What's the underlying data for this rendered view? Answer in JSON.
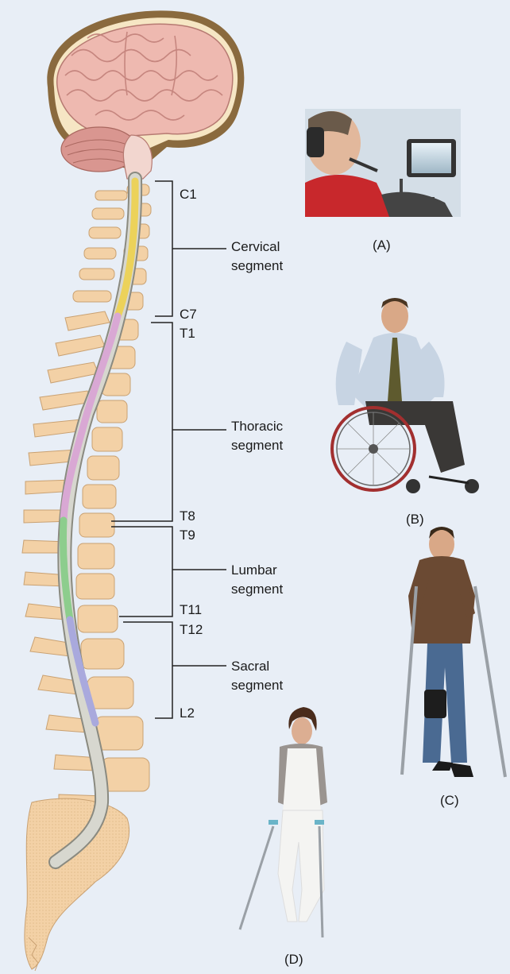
{
  "vertebra_labels": {
    "c1": "C1",
    "c7": "C7",
    "t1": "T1",
    "t8": "T8",
    "t9": "T9",
    "t11": "T11",
    "t12": "T12",
    "l2": "L2"
  },
  "segments": {
    "cervical": [
      "Cervical",
      "segment"
    ],
    "thoracic": [
      "Thoracic",
      "segment"
    ],
    "lumbar": [
      "Lumbar",
      "segment"
    ],
    "sacral": [
      "Sacral",
      "segment"
    ]
  },
  "captions": {
    "a": "(A)",
    "b": "(B)",
    "c": "(C)",
    "d": "(D)"
  },
  "colors": {
    "background": "#e8eef6",
    "brain": "#eeb9b0",
    "bone": "#f3d1a6",
    "cervical_cord": "#ecd25a",
    "thoracic_cord": "#d9a8d4",
    "lumbar_cord": "#8dcd8d",
    "sacral_cord": "#a9a9dd",
    "cord_outer": "#c9c9c0"
  }
}
